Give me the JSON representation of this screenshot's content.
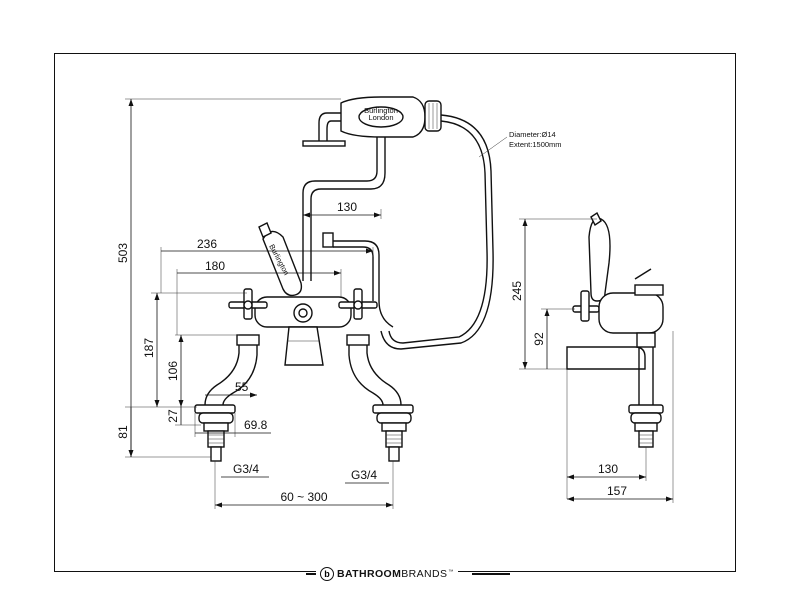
{
  "dimensions": {
    "d503": "503",
    "d187": "187",
    "d106": "106",
    "d81": "81",
    "d27": "27",
    "d236": "236",
    "d180": "180",
    "d130_top": "130",
    "d55": "55",
    "d69_8": "69.8",
    "g34_left": "G3/4",
    "g34_right": "G3/4",
    "spacing": "60 ~ 300",
    "d245": "245",
    "d92": "92",
    "d130_side": "130",
    "d157": "157"
  },
  "hose_note": {
    "diameter": "Diameter:Ø14",
    "extent": "Extent:1500mm"
  },
  "handset_label": {
    "line1": "Burlington",
    "line2": "London"
  },
  "handle_label": "Burlington",
  "brand": {
    "mark": "b",
    "bold": "BATHROOM",
    "light": "BRANDS",
    "tm": "™"
  }
}
